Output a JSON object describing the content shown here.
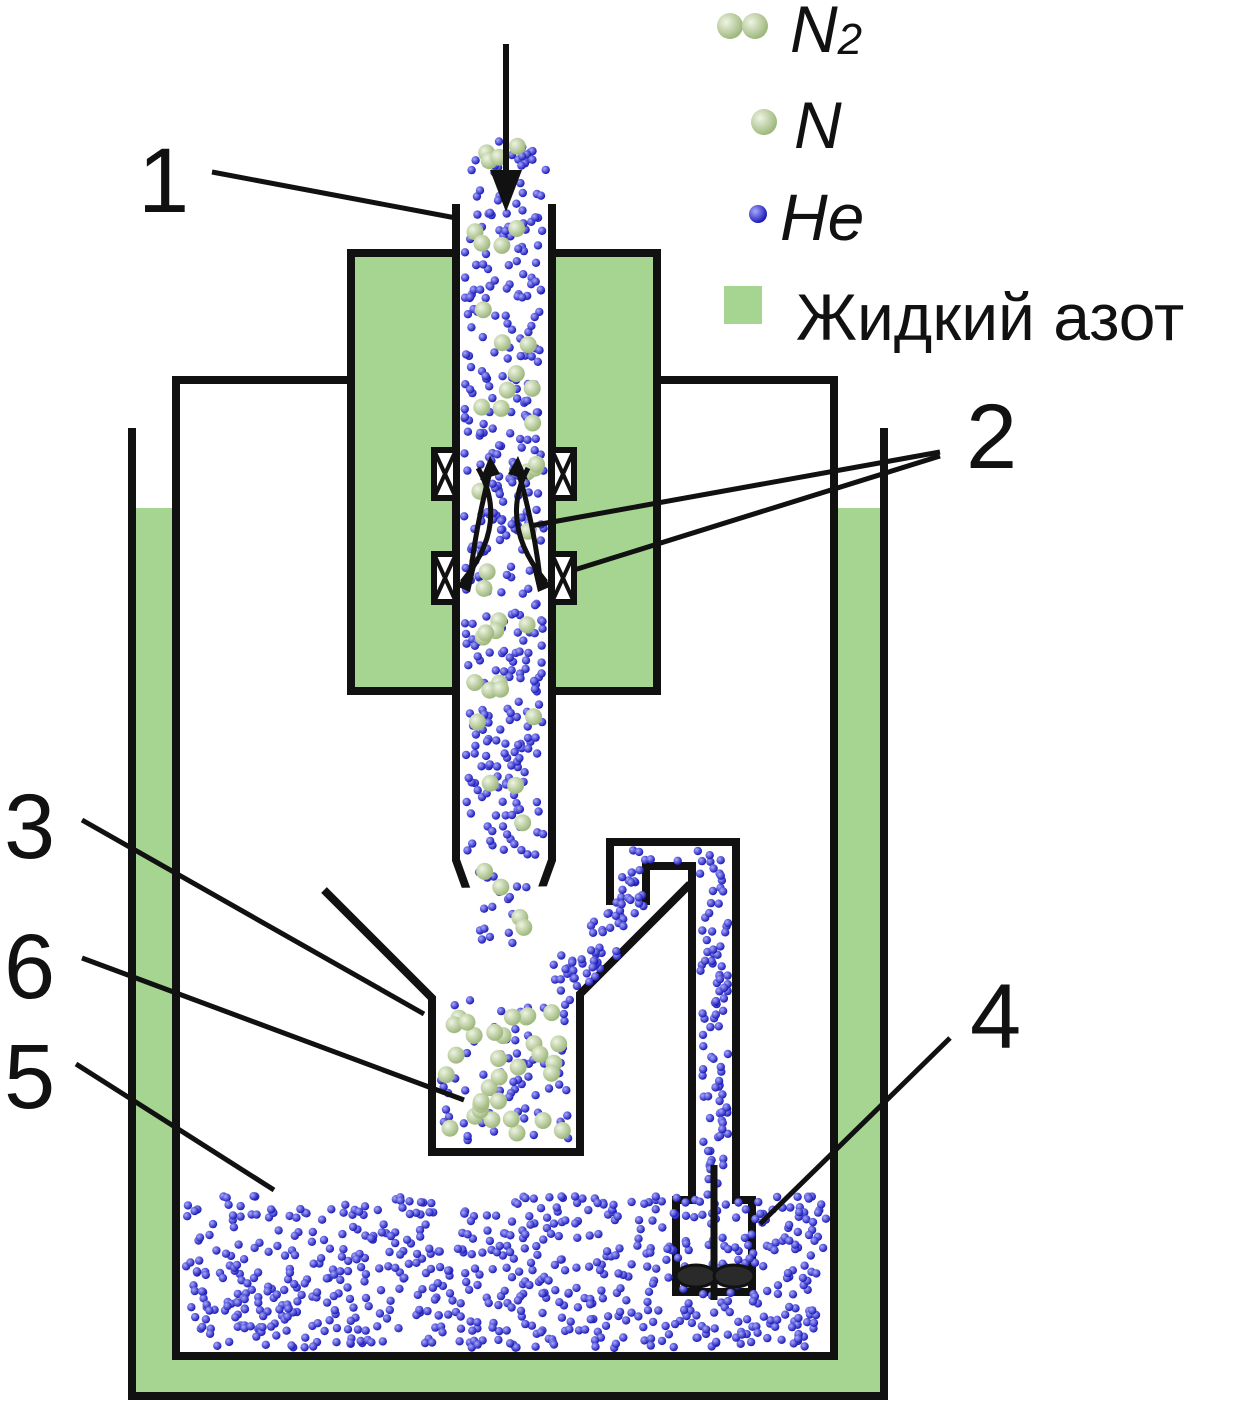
{
  "legend": {
    "n2_symbol": "N",
    "n2_subscript": "2",
    "n_symbol": "N",
    "he_symbol": "He",
    "liquid_label": "Жидкий азот"
  },
  "labels": {
    "l1": "1",
    "l2": "2",
    "l3": "3",
    "l4": "4",
    "l5": "5",
    "l6": "6"
  },
  "colors": {
    "liquid_nitrogen": "#a6d591",
    "nitrogen_particle": "#b9cf9b",
    "helium_particle": "#2a2ad6",
    "outline": "#111111"
  },
  "icons": [
    "downward-arrow-icon",
    "discharge-coil-icon",
    "stirrer-icon"
  ]
}
